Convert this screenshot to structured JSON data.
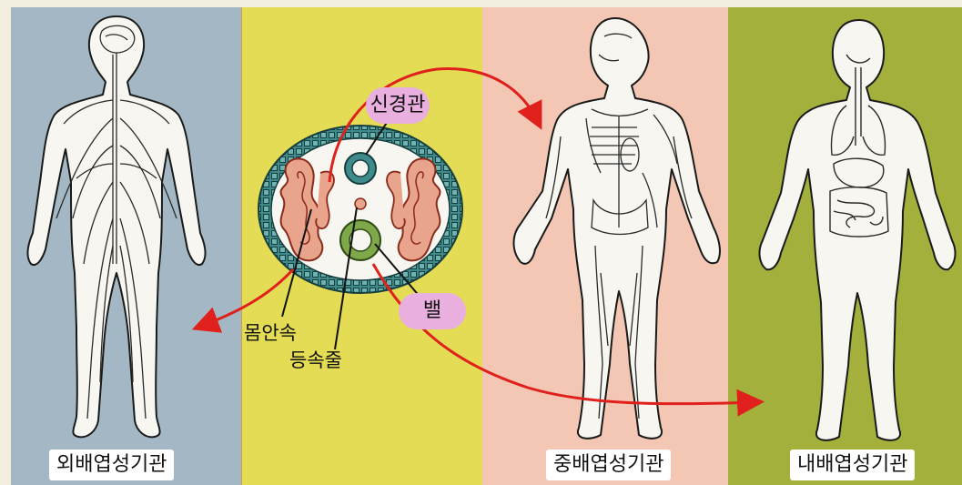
{
  "organ_labels": {
    "ectoderm": "외배엽성기관",
    "mesoderm": "중배엽성기관",
    "endoderm": "내배엽성기관"
  },
  "cross_section_labels": {
    "neural_tube": "신경관",
    "gut": "밸",
    "body_cavity": "몸안속",
    "notochord": "등속줄"
  },
  "colors": {
    "ectoderm_panel": "#a3b8c4",
    "section_panel": "#e3dc54",
    "mesoderm_panel": "#f4c7b4",
    "endoderm_panel": "#a3b03c",
    "arrow": "#e0201c",
    "label_bubble": "#e9b0df"
  }
}
